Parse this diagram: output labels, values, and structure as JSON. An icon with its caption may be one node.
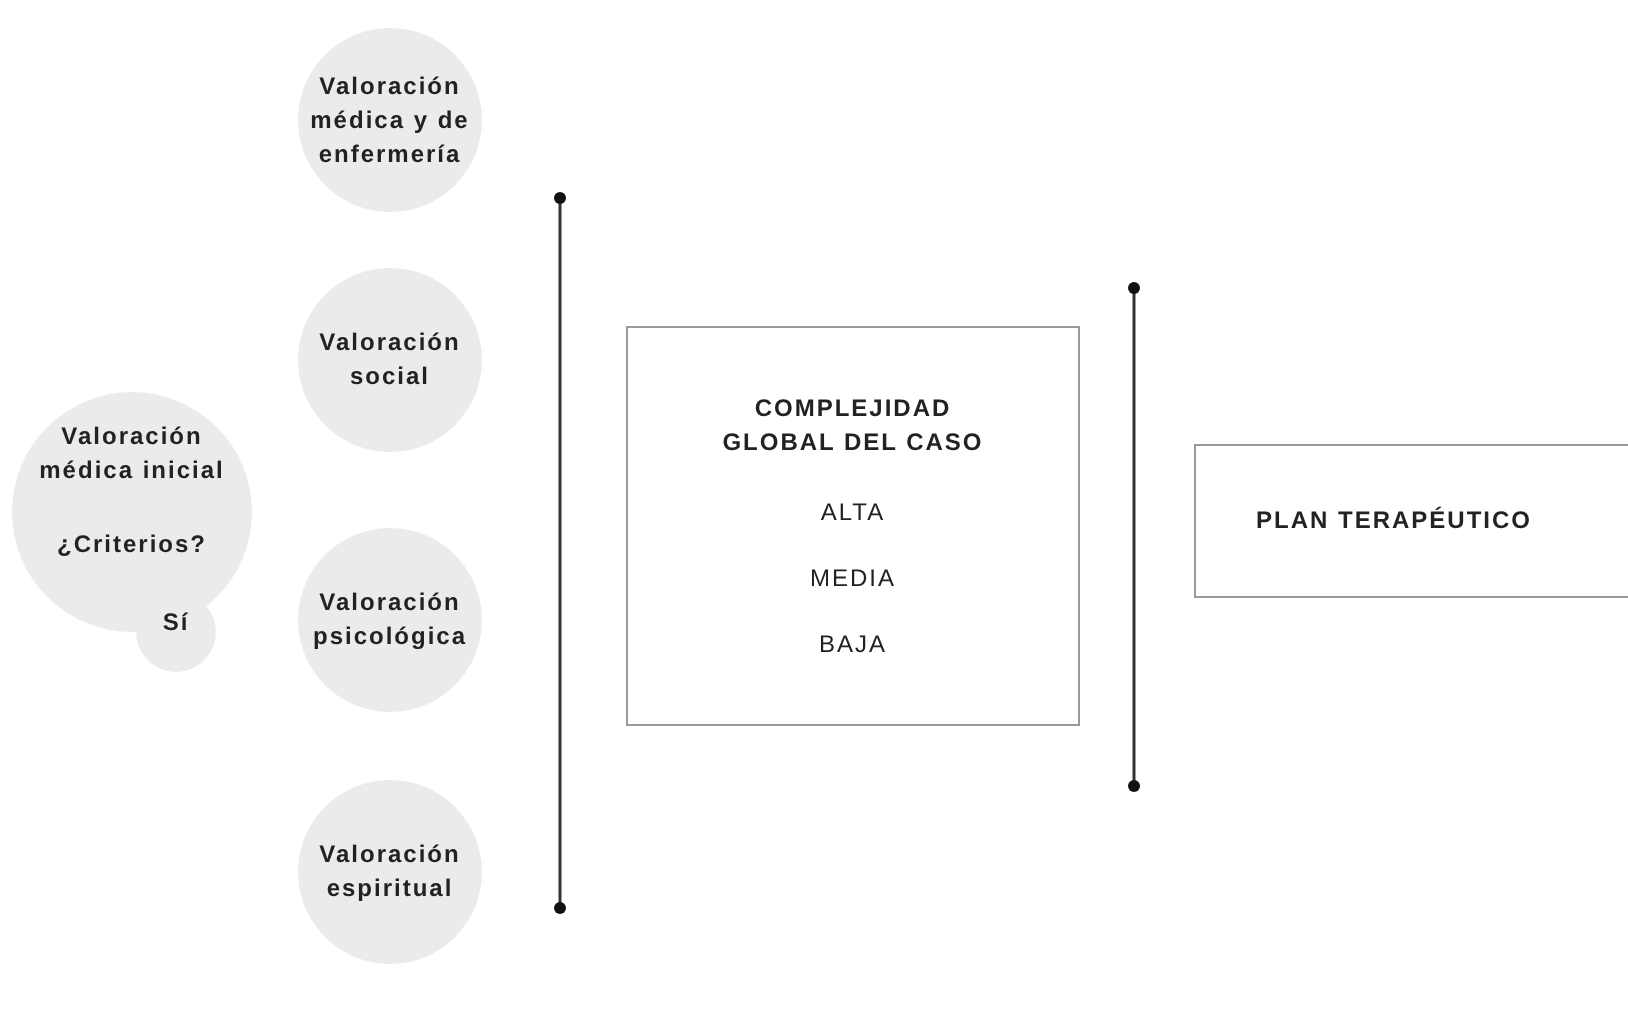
{
  "diagram": {
    "nodes": [
      {
        "text": [
          "Valoración médica inicial",
          "¿Criterios?",
          "Sí"
        ]
      },
      {
        "text": [
          "Valoración médica y de enfermería"
        ]
      },
      {
        "text": [
          "Valoración social"
        ]
      },
      {
        "text": [
          "Valoración psicológica"
        ]
      },
      {
        "text": [
          "Valoración espiritual"
        ]
      },
      {
        "text": [
          "COMPLEJIDAD GLOBAL DEL CASO",
          "ALTA",
          "MEDIA",
          "BAJA"
        ]
      },
      {
        "text": [
          "PLAN TERAPÉUTICO"
        ]
      }
    ]
  }
}
